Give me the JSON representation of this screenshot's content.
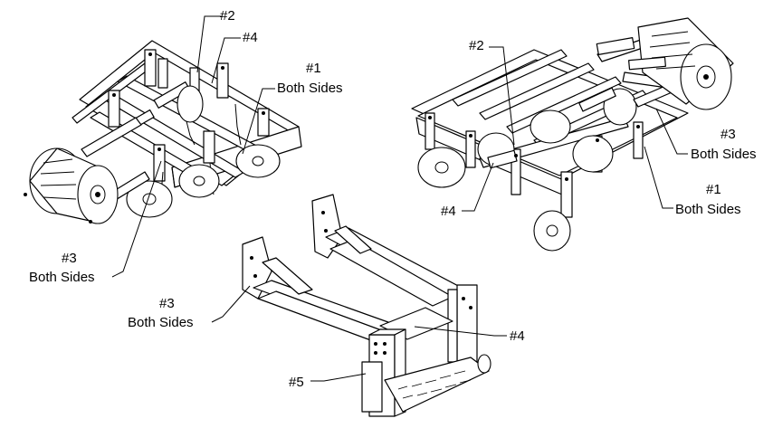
{
  "callouts": {
    "top_left": {
      "c2": "#2",
      "c4": "#4",
      "c1": "#1",
      "c1_sub": "Both Sides",
      "c3": "#3",
      "c3_sub": "Both Sides"
    },
    "top_right": {
      "c2": "#2",
      "c3": "#3",
      "c3_sub": "Both Sides",
      "c1": "#1",
      "c1_sub": "Both Sides",
      "c4": "#4"
    },
    "bottom": {
      "c3": "#3",
      "c3_sub": "Both Sides",
      "c4": "#4",
      "c5": "#5"
    }
  },
  "icons": {
    "left_assembly": "cultivator-with-roller-illustration",
    "right_assembly": "cultivator-with-roller-rear-illustration",
    "bottom_assembly": "hitch-frame-illustration"
  }
}
